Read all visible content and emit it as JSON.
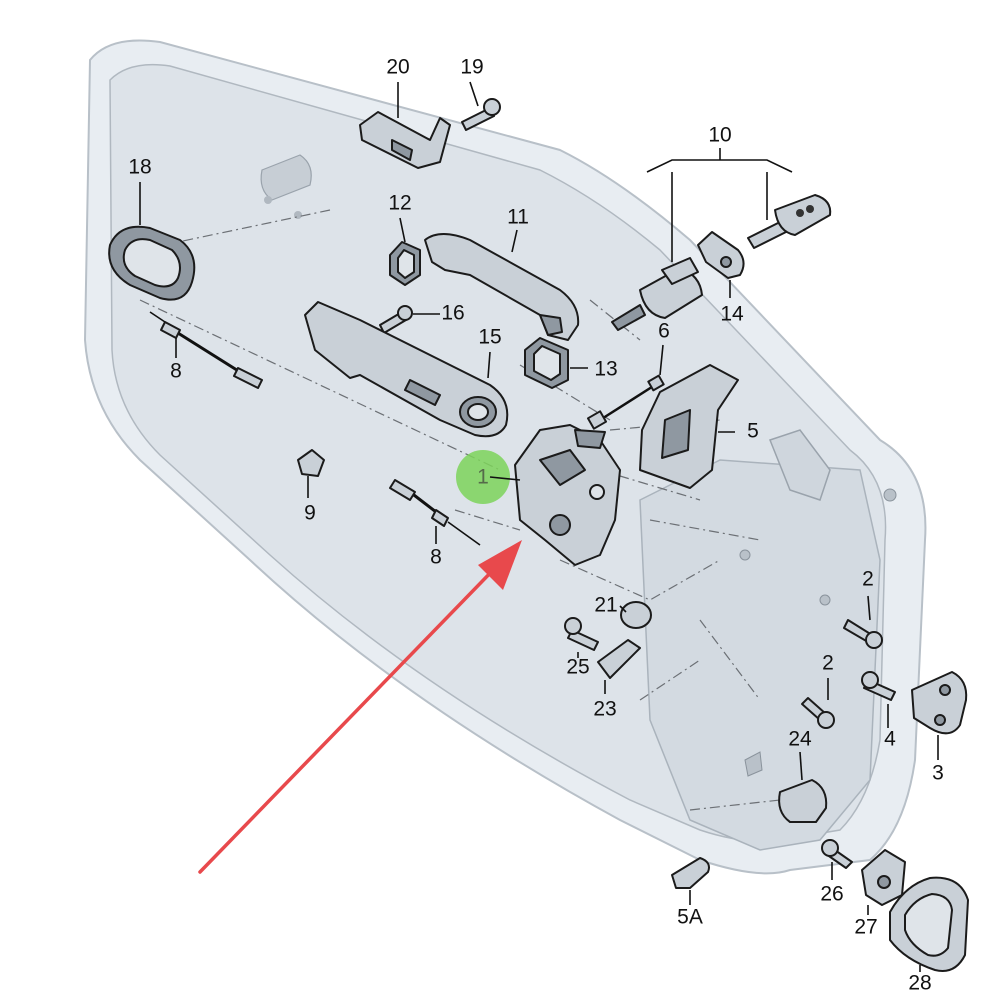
{
  "labels": {
    "p1": "1",
    "p2a": "2",
    "p2b": "2",
    "p3": "3",
    "p4": "4",
    "p5": "5",
    "p5a": "5A",
    "p6": "6",
    "p8a": "8",
    "p8b": "8",
    "p9": "9",
    "p10": "10",
    "p11": "11",
    "p12": "12",
    "p13": "13",
    "p14": "14",
    "p15": "15",
    "p16": "16",
    "p18": "18",
    "p19": "19",
    "p20": "20",
    "p21": "21",
    "p23": "23",
    "p24": "24",
    "p25": "25",
    "p26": "26",
    "p27": "27",
    "p28": "28"
  },
  "colors": {
    "highlight_marker": "#7dd35a",
    "arrow": "#e8494c",
    "part_fill": "#c9d0d7",
    "door_fill": "#e8edf2"
  },
  "icons": {
    "key": "car-key-icon"
  }
}
